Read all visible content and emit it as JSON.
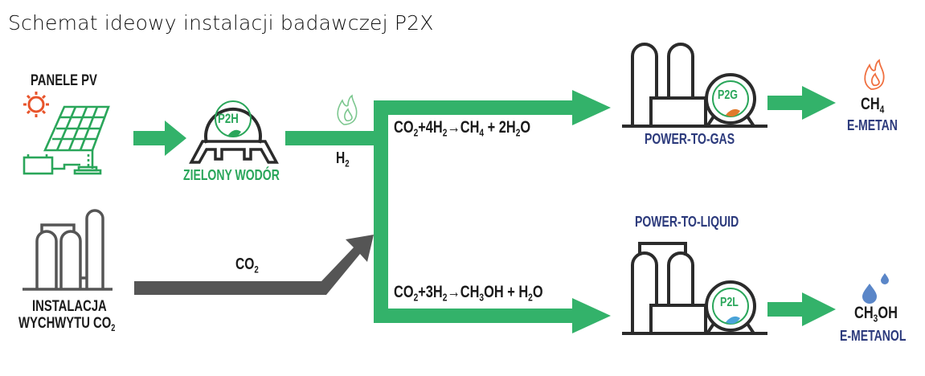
{
  "title": "Schemat ideowy instalacji badawczej P2X",
  "colors": {
    "flow_green": "#33b26a",
    "co2_gray": "#555555",
    "outline_dark": "#2b2b2b",
    "label_blue": "#2c3a7c",
    "label_green": "#2aa65a",
    "sun_orange": "#e8542b",
    "flame_orange": "#f07040",
    "drop_blue": "#5a86c8"
  },
  "nodes": {
    "pv": {
      "label": "PANELE PV",
      "icon": "solar-panel-icon"
    },
    "p2h": {
      "badge": "P2H",
      "label": "ZIELONY WODÓR",
      "icon": "electrolyzer-icon"
    },
    "h2": {
      "label_main": "H",
      "label_sub": "2",
      "icon": "green-flame-icon"
    },
    "co2_capture": {
      "label_line1": "INSTALACJA",
      "label_line2_main": "WYCHWYTU CO",
      "label_line2_sub": "2",
      "icon": "industrial-tanks-icon"
    },
    "co2_flow": {
      "label_main": "CO",
      "label_sub": "2"
    },
    "p2g": {
      "badge": "P2G",
      "label": "POWER-TO-GAS",
      "icon": "gas-plant-icon"
    },
    "p2l": {
      "badge": "P2L",
      "label": "POWER-TO-LIQUID",
      "icon": "liquid-plant-icon"
    },
    "methane": {
      "formula_main": "CH",
      "formula_sub": "4",
      "label": "E-METAN",
      "icon": "flame-icon"
    },
    "methanol": {
      "formula_a": "CH",
      "formula_sub": "3",
      "formula_b": "OH",
      "label": "E-METANOL",
      "icon": "droplets-icon"
    }
  },
  "reactions": {
    "methanation": {
      "parts": [
        "CO",
        "2",
        "+4H",
        "2",
        "→",
        "CH",
        "4",
        " + 2H",
        "2",
        "O"
      ]
    },
    "methanol_synthesis": {
      "parts": [
        "CO",
        "2",
        "+3H",
        "2",
        "→",
        "CH",
        "3",
        "OH + H",
        "2",
        "O"
      ]
    }
  }
}
